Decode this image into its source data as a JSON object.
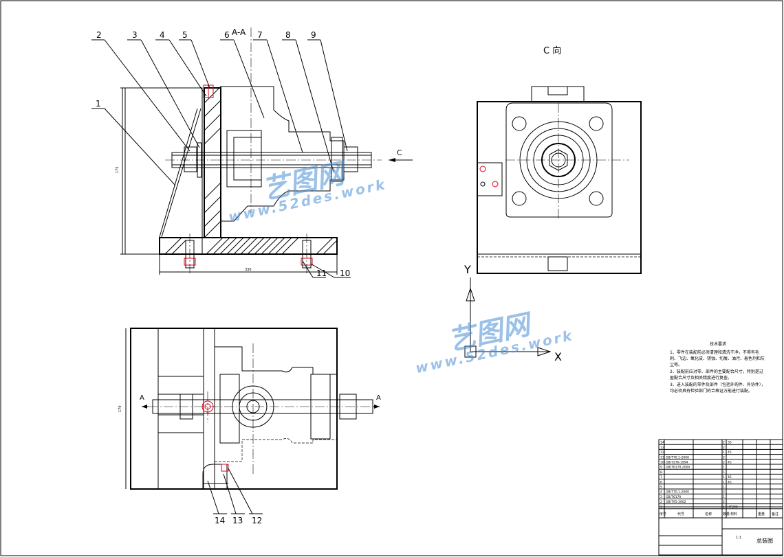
{
  "section_title": "A-A",
  "view_c_title": "C 向",
  "section_letter_c": "C",
  "section_letter_a": "A",
  "axis_x": "X",
  "axis_y": "Y",
  "balloons": [
    "1",
    "2",
    "3",
    "4",
    "5",
    "6",
    "7",
    "8",
    "9",
    "10",
    "11",
    "12",
    "13",
    "14"
  ],
  "dimensions": {
    "height": "175",
    "width": "330",
    "plan_height": "170"
  },
  "tech_notes": {
    "title": "技术要求",
    "items": [
      "1、零件在装配前必须清理和清洗干净，不得有毛刺、飞边、氧化皮、锈蚀、切屑、油污、着色剂和灰尘等。",
      "2、装配前应对零、部件的主要配合尺寸，特别是过盈配合尺寸及相关精度进行复查。",
      "3、进入装配的零件及部件（包括外购件、外协件），均必须具有检验部门的合格证方能进行装配。"
    ]
  },
  "watermark": {
    "brand": "艺图网",
    "url": "www.52des.work"
  },
  "title_block": {
    "drawing_name": "总装图",
    "scale": "1:1"
  },
  "bom_rows": [
    {
      "no": "14",
      "code": "",
      "name": "",
      "qty": "2",
      "mat": "35"
    },
    {
      "no": "13",
      "code": "",
      "name": "",
      "qty": "2",
      "mat": ""
    },
    {
      "no": "12",
      "code": "",
      "name": "",
      "qty": "1",
      "mat": "45"
    },
    {
      "no": "11",
      "code": "GB/T70.1-2000",
      "name": "",
      "qty": "2",
      "mat": ""
    },
    {
      "no": "10",
      "code": "GB/T276-1994",
      "name": "",
      "qty": "2",
      "mat": "45"
    },
    {
      "no": "9",
      "code": "GB/T6170-2000",
      "name": "",
      "qty": "1",
      "mat": ""
    },
    {
      "no": "8",
      "code": "",
      "name": "",
      "qty": "1",
      "mat": ""
    },
    {
      "no": "7",
      "code": "",
      "name": "",
      "qty": "1",
      "mat": "45"
    },
    {
      "no": "6",
      "code": "",
      "name": "",
      "qty": "1",
      "mat": "45"
    },
    {
      "no": "5",
      "code": "",
      "name": "",
      "qty": "1",
      "mat": ""
    },
    {
      "no": "4",
      "code": "GB/T70.1-2000",
      "name": "",
      "qty": "2",
      "mat": ""
    },
    {
      "no": "3",
      "code": "GB/T6170",
      "name": "",
      "qty": "1",
      "mat": ""
    },
    {
      "no": "2",
      "code": "GB/T95-2002",
      "name": "",
      "qty": "2",
      "mat": ""
    },
    {
      "no": "1",
      "code": "",
      "name": "",
      "qty": "1",
      "mat": "HT200"
    }
  ],
  "bom_header": [
    "序号",
    "代号",
    "名称",
    "数量",
    "材料",
    "重量",
    "备注"
  ]
}
